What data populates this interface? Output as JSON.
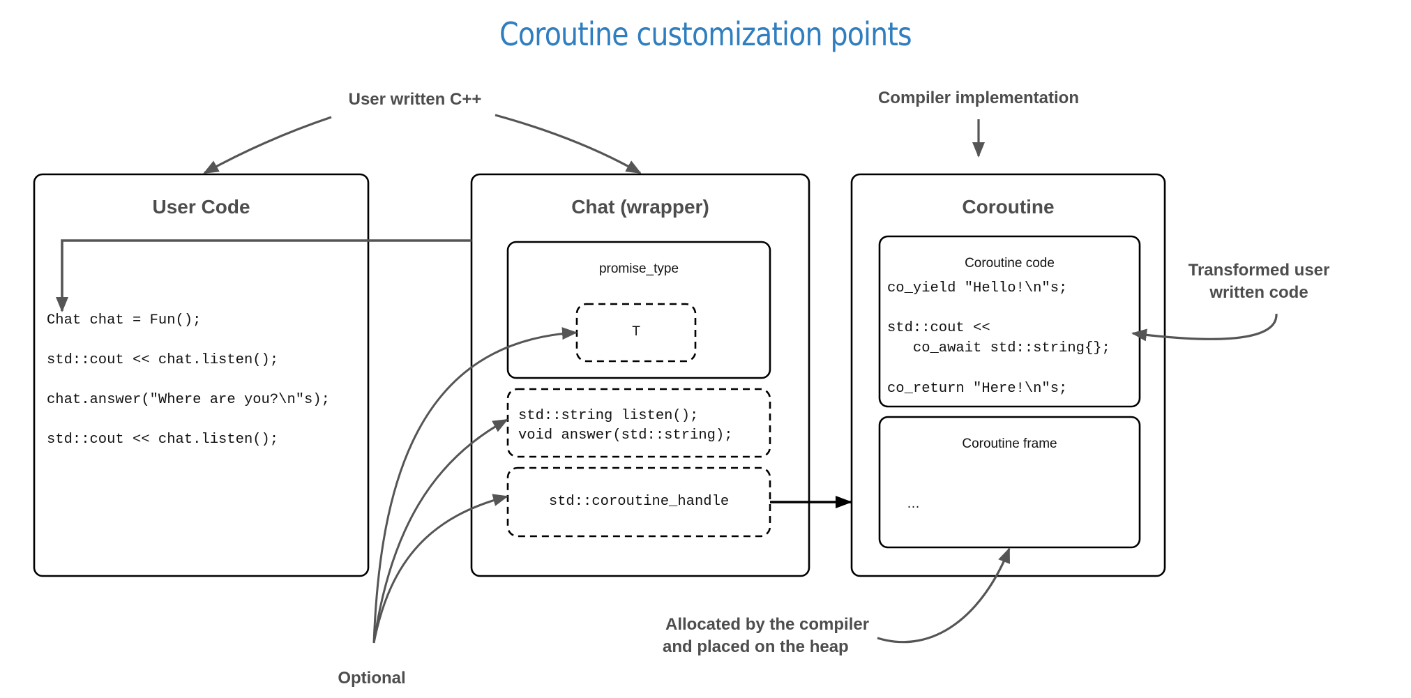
{
  "title": "Coroutine customization points",
  "colors": {
    "title": "#2f7ebf",
    "annotation": "#4d4d4d",
    "connector": "#555555",
    "box_border": "#000000"
  },
  "annotations": {
    "user_written": "User written C++",
    "compiler_impl": "Compiler implementation",
    "transformed": [
      "Transformed user",
      "written code"
    ],
    "allocated": [
      "Allocated by the compiler",
      "and placed on the heap"
    ],
    "optional": "Optional"
  },
  "user_code": {
    "title": "User Code",
    "lines": [
      "Chat chat = Fun();",
      "std::cout << chat.listen();",
      "chat.answer(\"Where are you?\\n\"s);",
      "std::cout << chat.listen();"
    ]
  },
  "chat_wrapper": {
    "title": "Chat (wrapper)",
    "promise_type": {
      "label": "promise_type",
      "inner": "T"
    },
    "methods": [
      "std::string listen();",
      "void answer(std::string);"
    ],
    "handle": "std::coroutine_handle"
  },
  "coroutine": {
    "title": "Coroutine",
    "code_box": {
      "label": "Coroutine code",
      "lines": [
        "co_yield \"Hello!\\n\"s;",
        "std::cout <<",
        "   co_await std::string{};",
        "co_return \"Here!\\n\"s;"
      ]
    },
    "frame_box": {
      "label": "Coroutine frame",
      "content": "…"
    }
  }
}
